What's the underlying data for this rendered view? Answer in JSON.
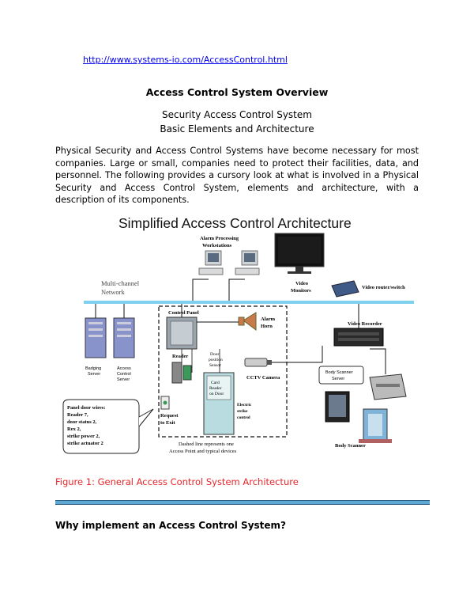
{
  "header": {
    "url": "http://www.systems-io.com/AccessControl.html",
    "title": "Access Control System Overview",
    "subtitle_line1": "Security Access Control System",
    "subtitle_line2": "Basic Elements and Architecture"
  },
  "intro": "Physical Security and Access Control Systems have become necessary for most companies. Large or small, companies need to protect their facilities, data, and personnel. The following provides a cursory look at what is involved in a Physical Security and Access Control System, elements and architecture, with a description of its components.",
  "figure": {
    "heading": "Simplified Access Control Architecture",
    "labels": {
      "alarm_ws_1": "Alarm Processing",
      "alarm_ws_2": "Workstations",
      "network_1": "Multi-channel",
      "network_2": "Network",
      "video_monitors_1": "Video",
      "video_monitors_2": "Monitors",
      "video_router": "Video router/switch",
      "video_recorder": "Video Recorder",
      "control_panel": "Control Panel",
      "alarm_horn_1": "Alarm",
      "alarm_horn_2": "Horn",
      "badging_server_1": "Badging",
      "badging_server_2": "Server",
      "acs_server_1": "Access",
      "acs_server_2": "Control",
      "acs_server_3": "Server",
      "reader": "Reader",
      "door_sensor_1": "Door",
      "door_sensor_2": "position",
      "door_sensor_3": "Sensor",
      "door_1": "Card",
      "door_2": "Reader",
      "door_3": "on Door",
      "cctv": "CCTV Camera",
      "body_scanner_server_1": "Body Scanner",
      "body_scanner_server_2": "Server",
      "request_exit_1": "Request",
      "request_exit_2": "to Exit",
      "strike_1": "Electric",
      "strike_2": "strike",
      "strike_3": "control",
      "body_scanner": "Body Scanner",
      "bubble_1": "Panel door wires:",
      "bubble_2": "Reader 7,",
      "bubble_3": "door status 2,",
      "bubble_4": "Rex 2,",
      "bubble_5": "strike power 2,",
      "bubble_6": "strike actuator 2",
      "dashed_note_1": "Dashed line represents one",
      "dashed_note_2": "Access Point and typical devices"
    }
  },
  "caption": "Figure 1: General Access Control System Architecture",
  "section_heading": "Why implement an Access Control System?",
  "colors": {
    "link": "#0000ee",
    "caption": "#e8262a",
    "network_line": "#7fd0ee",
    "divider": "#5fa8d3"
  }
}
